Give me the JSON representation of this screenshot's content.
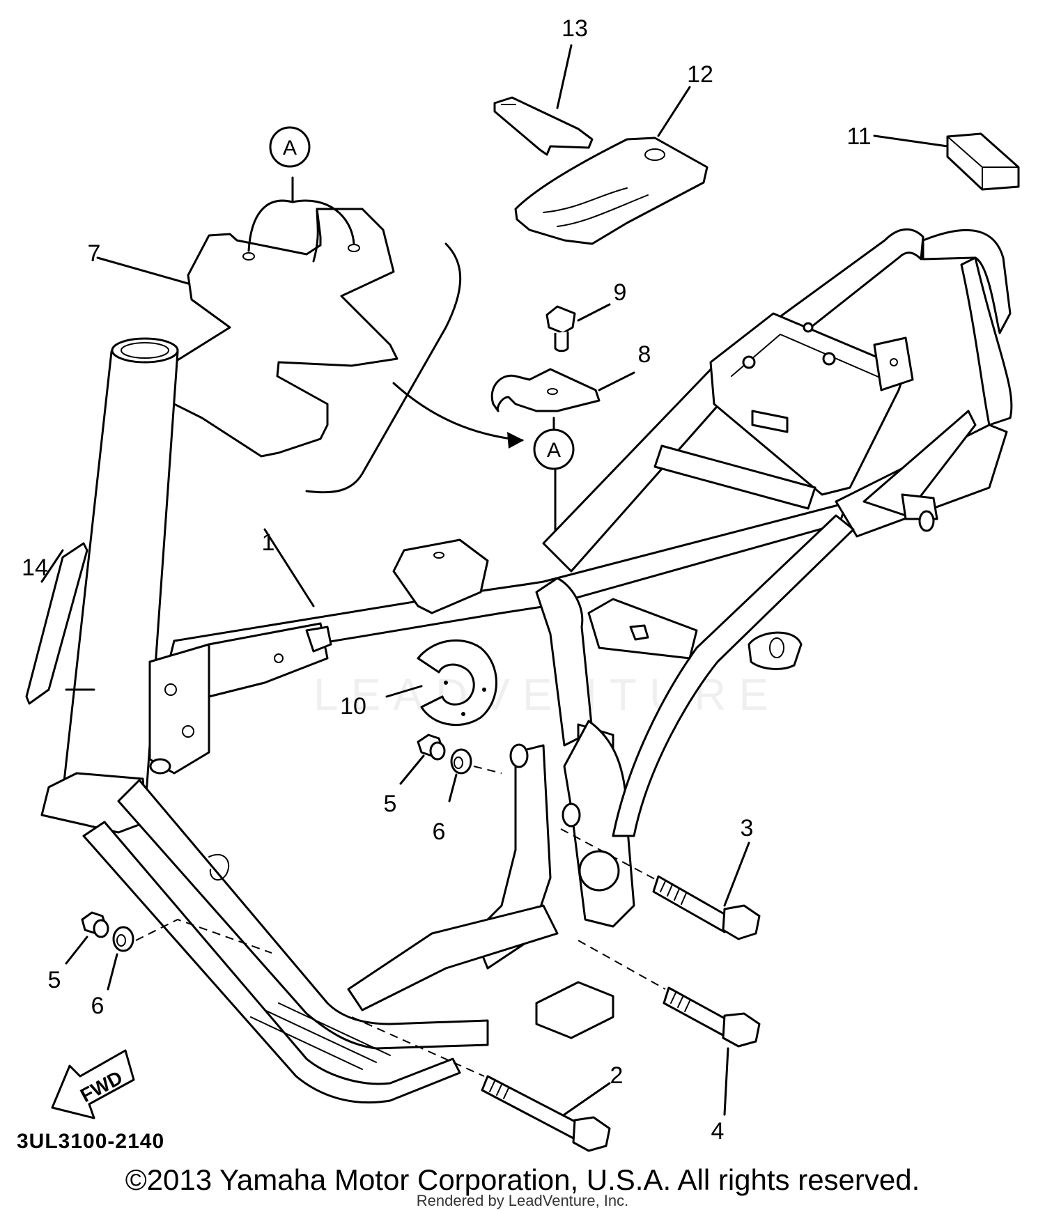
{
  "callouts": {
    "c1": "1",
    "c2": "2",
    "c3": "3",
    "c4": "4",
    "c5a": "5",
    "c5b": "5",
    "c6a": "6",
    "c6b": "6",
    "c7": "7",
    "c8": "8",
    "c9": "9",
    "c10": "10",
    "c11": "11",
    "c12": "12",
    "c13": "13",
    "c14": "14"
  },
  "reference_marks": {
    "top": "A",
    "frame": "A"
  },
  "fwd_label": "FWD",
  "diagram_code": "3UL3100-2140",
  "copyright": "©2013 Yamaha Motor Corporation, U.S.A. All rights reserved.",
  "rendered_by": "Rendered by LeadVenture, Inc.",
  "watermark": "LEADVENTURE"
}
